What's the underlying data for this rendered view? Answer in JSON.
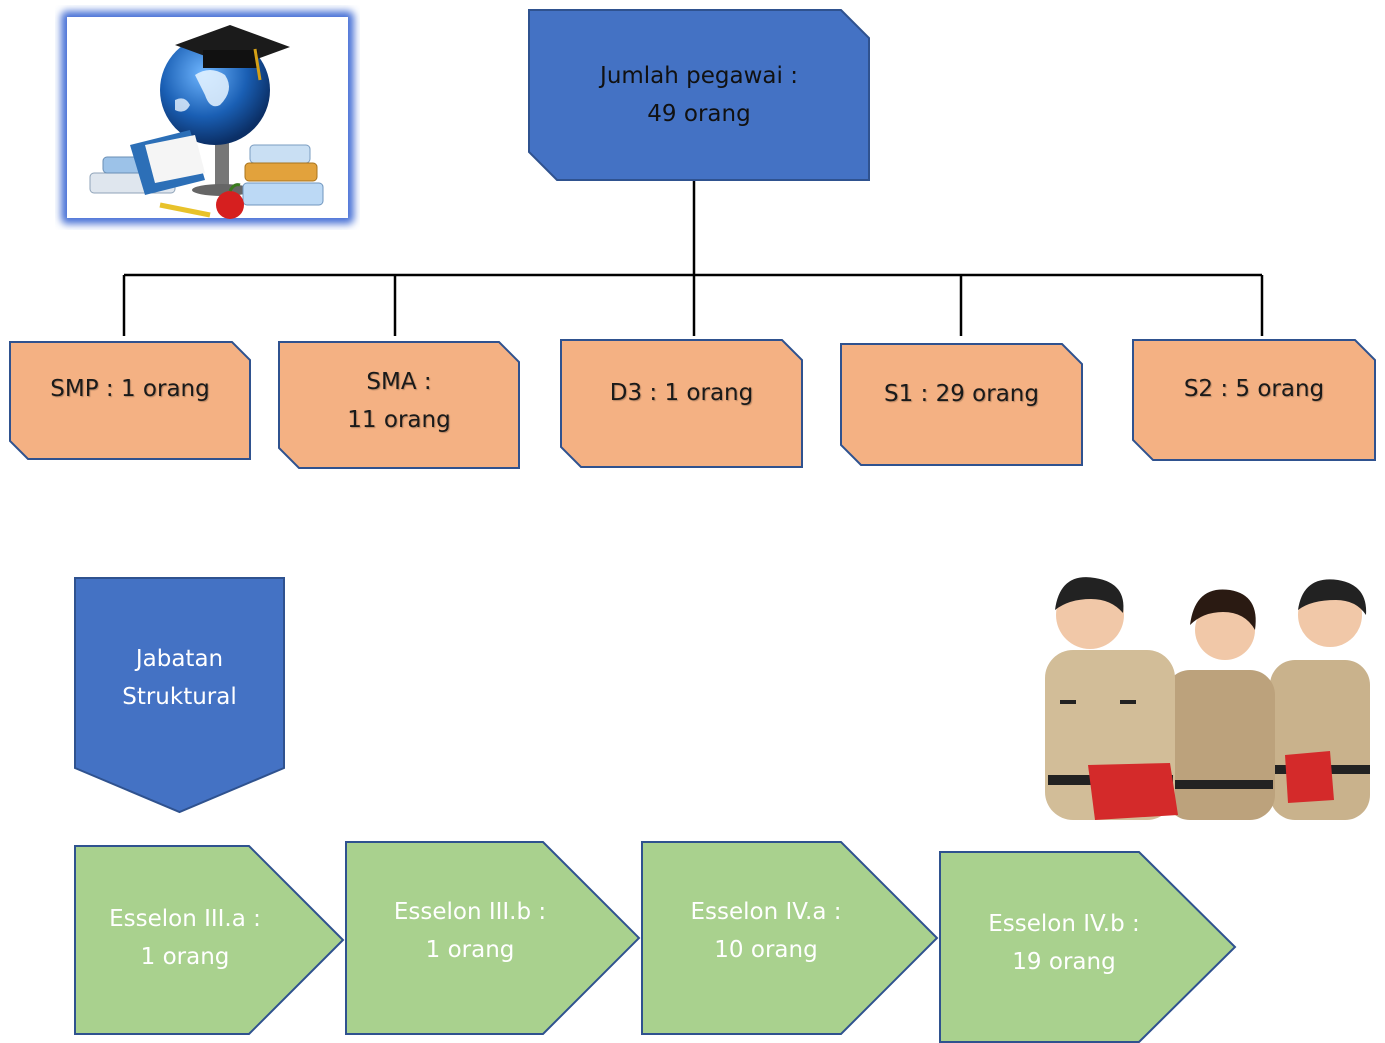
{
  "top_box": {
    "line1": "Jumlah pegawai :",
    "line2": "49 orang"
  },
  "education": [
    {
      "line1": "SMP : 1 orang",
      "line2": ""
    },
    {
      "line1": "SMA :",
      "line2": "11 orang"
    },
    {
      "line1": "D3 : 1 orang",
      "line2": ""
    },
    {
      "line1": "S1 : 29 orang",
      "line2": ""
    },
    {
      "line1": "S2 : 5 orang",
      "line2": ""
    }
  ],
  "jabatan": {
    "line1": "Jabatan",
    "line2": "Struktural"
  },
  "esselon": [
    {
      "line1": "Esselon III.a :",
      "line2": "1 orang"
    },
    {
      "line1": "Esselon III.b :",
      "line2": "1 orang"
    },
    {
      "line1": "Esselon IV.a :",
      "line2": "10 orang"
    },
    {
      "line1": "Esselon IV.b :",
      "line2": "19 orang"
    }
  ],
  "colors": {
    "blue_fill": "#4472c4",
    "blue_stroke": "#2f528f",
    "orange_fill": "#f4b183",
    "green_fill": "#a9d18e",
    "connector": "#000000"
  },
  "images": {
    "education_clipart": "globe-books-graduation-cap-icon",
    "employees_clipart": "civil-servants-uniform-icon"
  }
}
